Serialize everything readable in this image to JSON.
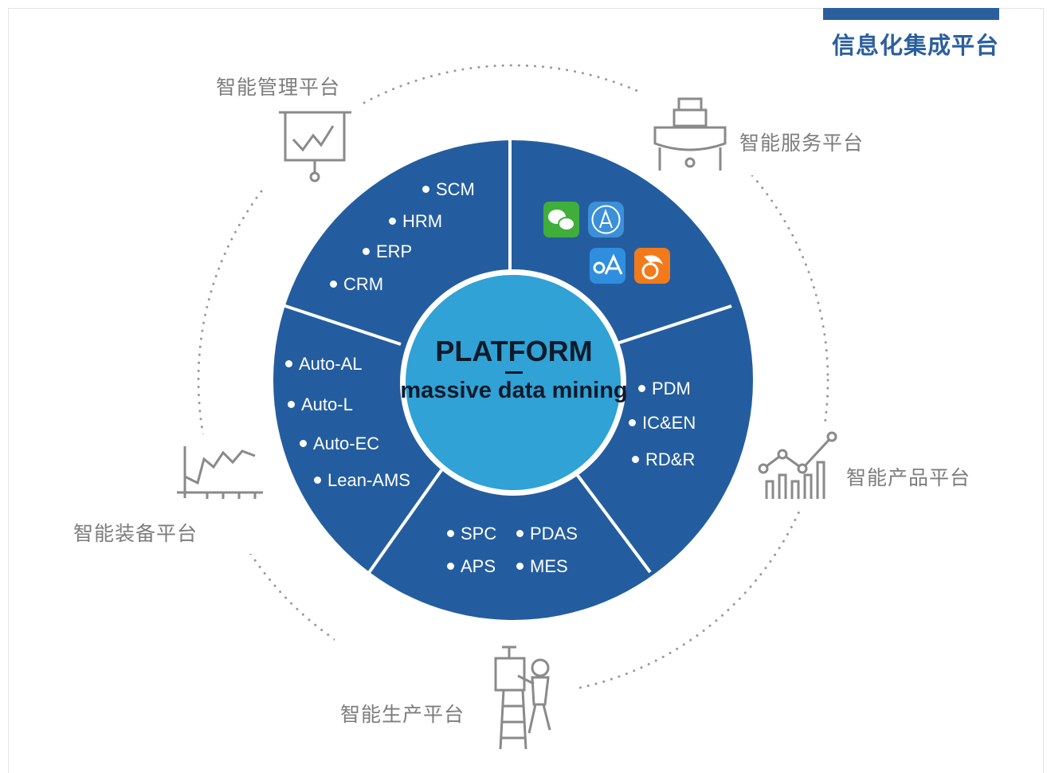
{
  "header": {
    "title": "信息化集成平台"
  },
  "center": {
    "title": "PLATFORM",
    "subtitle": "massive data mining"
  },
  "platforms": {
    "management": "智能管理平台",
    "service": "智能服务平台",
    "product": "智能产品平台",
    "production": "智能生产平台",
    "equipment": "智能装备平台"
  },
  "segments": {
    "management_items": [
      "SCM",
      "HRM",
      "ERP",
      "CRM"
    ],
    "product_items": [
      "PDM",
      "IC&EN",
      "RD&R"
    ],
    "production_items": [
      "SPC",
      "PDAS",
      "APS",
      "MES"
    ],
    "equipment_items": [
      "Auto-AL",
      "Auto-L",
      "Auto-EC",
      "Lean-AMS"
    ],
    "service_apps": [
      "wechat-icon",
      "app-store-icon",
      "oa-icon",
      "uc-browser-icon"
    ]
  },
  "colors": {
    "ring": "#245d9f",
    "center": "#30a2d5",
    "header": "#2a5f9e",
    "label": "#7d7d7d"
  }
}
